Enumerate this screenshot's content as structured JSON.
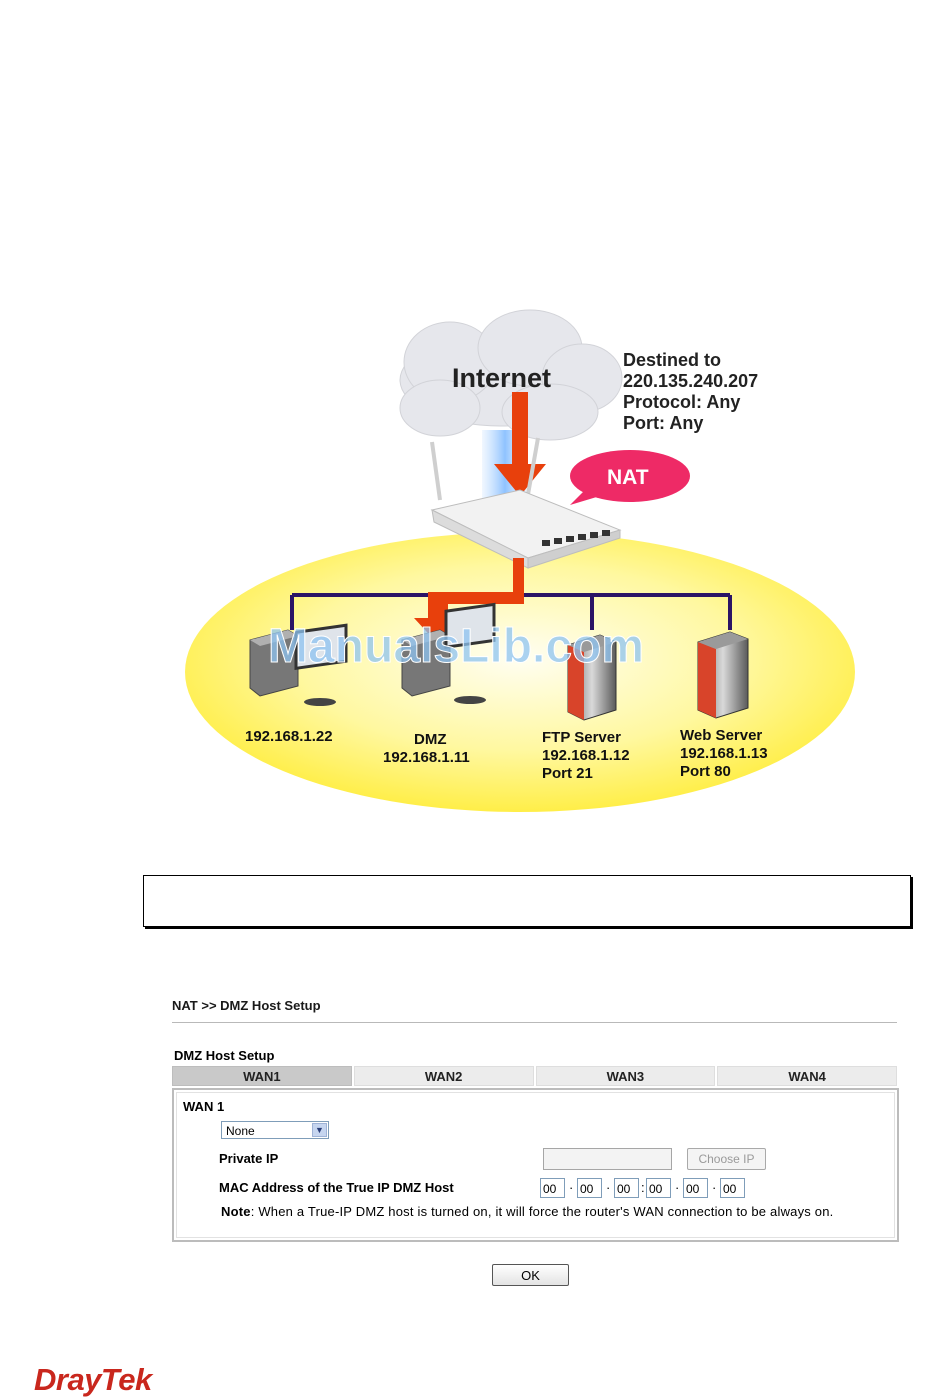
{
  "diagram": {
    "cloud_label": "Internet",
    "destination": {
      "line1": "Destined to",
      "line2": "220.135.240.207",
      "line3": "Protocol: Any",
      "line4": "Port: Any"
    },
    "nat_label": "NAT",
    "hosts": [
      {
        "name": "",
        "ip": "192.168.1.22",
        "port": ""
      },
      {
        "name": "DMZ",
        "ip": "192.168.1.11",
        "port": ""
      },
      {
        "name": "FTP Server",
        "ip": "192.168.1.12",
        "port": "Port 21"
      },
      {
        "name": "Web Server",
        "ip": "192.168.1.13",
        "port": "Port 80"
      }
    ],
    "watermark": "ManualsLib.com"
  },
  "page": {
    "breadcrumb": "NAT >> DMZ Host Setup",
    "section_title": "DMZ Host Setup",
    "tabs": [
      "WAN1",
      "WAN2",
      "WAN3",
      "WAN4"
    ],
    "active_tab": "WAN1",
    "panel": {
      "wan_label": "WAN 1",
      "mode_select": "None",
      "private_ip_label": "Private IP",
      "private_ip_value": "",
      "choose_ip_button": "Choose IP",
      "mac_label": "MAC Address of the True IP DMZ Host",
      "mac_values": [
        "00",
        "00",
        "00",
        "00",
        "00",
        "00"
      ],
      "note_bold": "Note",
      "note_text": ": When a True-IP DMZ host is turned on, it will force the router's WAN connection to be always on."
    },
    "ok_button": "OK"
  },
  "logo": "DrayTek",
  "colors": {
    "arrow": "#e8400c",
    "nat_bubble": "#ee2a66",
    "ellipse_center": "#fffde0",
    "ellipse_edge": "#ffee3a",
    "lan_line": "#2b1466",
    "logo": "#c9271d"
  }
}
